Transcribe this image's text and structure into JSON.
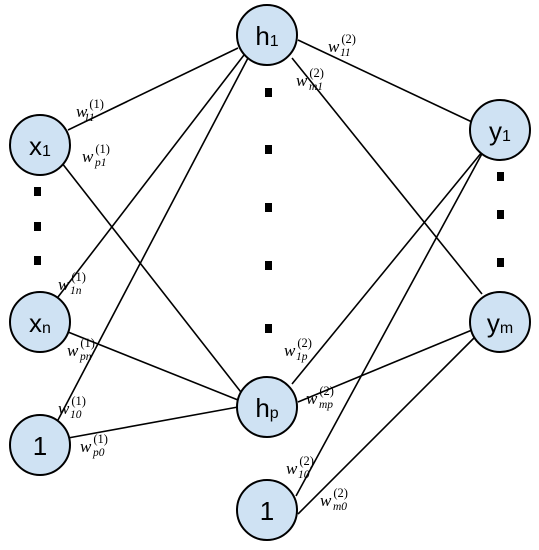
{
  "colors": {
    "node_fill": "#cfe2f3",
    "node_stroke": "#000000",
    "edge": "#000000"
  },
  "nodes": {
    "x1": {
      "main": "x",
      "sub": "1"
    },
    "xn": {
      "main": "x",
      "sub": "n"
    },
    "bias_in": {
      "main": "1",
      "sub": ""
    },
    "h1": {
      "main": "h",
      "sub": "1"
    },
    "hp": {
      "main": "h",
      "sub": "p"
    },
    "bias_hidden": {
      "main": "1",
      "sub": ""
    },
    "y1": {
      "main": "y",
      "sub": "1"
    },
    "ym": {
      "main": "y",
      "sub": "m"
    }
  },
  "weights": {
    "w11_1": {
      "main": "w",
      "sub": "11",
      "sup": "(1)"
    },
    "wp1_1": {
      "main": "w",
      "sub": "p1",
      "sup": "(1)"
    },
    "w1n_1": {
      "main": "w",
      "sub": "1n",
      "sup": "(1)"
    },
    "wpn_1": {
      "main": "w",
      "sub": "pn",
      "sup": "(1)"
    },
    "w10_1": {
      "main": "w",
      "sub": "10",
      "sup": "(1)"
    },
    "wp0_1": {
      "main": "w",
      "sub": "p0",
      "sup": "(1)"
    },
    "w11_2": {
      "main": "w",
      "sub": "11",
      "sup": "(2)"
    },
    "wm1_2": {
      "main": "w",
      "sub": "m1",
      "sup": "(2)"
    },
    "w1p_2": {
      "main": "w",
      "sub": "1p",
      "sup": "(2)"
    },
    "wmp_2": {
      "main": "w",
      "sub": "mp",
      "sup": "(2)"
    },
    "w10_2": {
      "main": "w",
      "sub": "10",
      "sup": "(2)"
    },
    "wm0_2": {
      "main": "w",
      "sub": "m0",
      "sup": "(2)"
    }
  }
}
